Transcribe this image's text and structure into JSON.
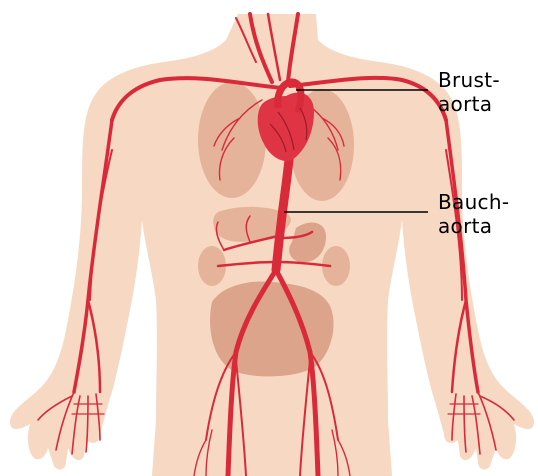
{
  "labels": {
    "thoracic": {
      "line1": "Brust-",
      "line2": "aorta"
    },
    "abdominal": {
      "line1": "Bauch-",
      "line2": "aorta"
    }
  },
  "colors": {
    "skin": "#f6d8c3",
    "organ": "#e5b399",
    "organ_dark": "#dca48a",
    "artery": "#d92a3a",
    "heart": "#de3443",
    "leader": "#000000"
  }
}
